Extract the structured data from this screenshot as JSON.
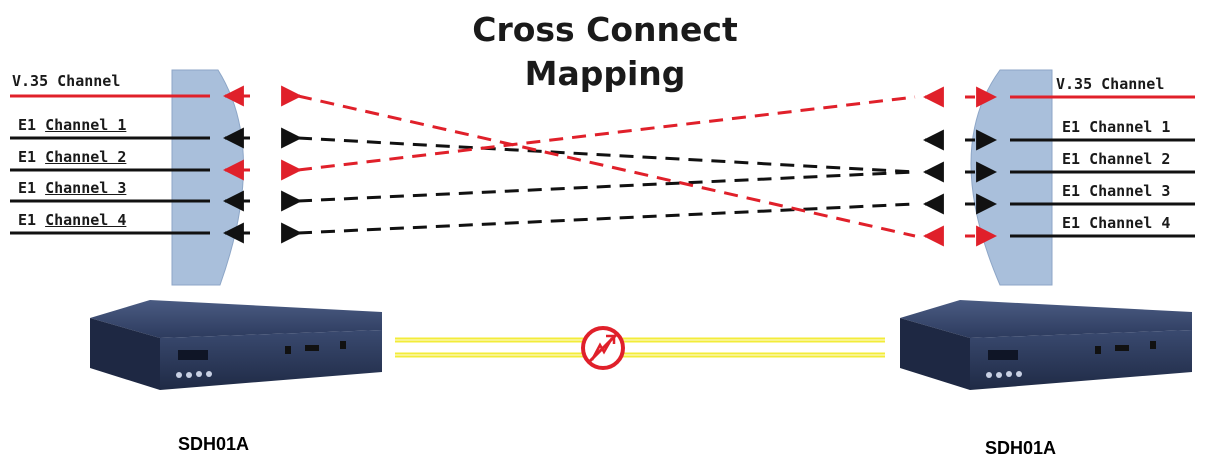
{
  "title": {
    "line1": "Cross Connect",
    "line2": "Mapping"
  },
  "left": {
    "channels": [
      {
        "prefix": "V.35 Channel",
        "suffix": "",
        "color": "#e0202a"
      },
      {
        "prefix": "E1 ",
        "suffix": "Channel 1",
        "color": "#111111"
      },
      {
        "prefix": "E1 ",
        "suffix": "Channel 2",
        "color": "#111111"
      },
      {
        "prefix": "E1 ",
        "suffix": "Channel 3",
        "color": "#111111"
      },
      {
        "prefix": "E1 ",
        "suffix": "Channel 4",
        "color": "#111111"
      }
    ],
    "device_label": "SDH01A"
  },
  "right": {
    "channels": [
      {
        "text": "V.35 Channel"
      },
      {
        "text": "E1 Channel 1"
      },
      {
        "text": "E1 Channel 2"
      },
      {
        "text": "E1 Channel 3"
      },
      {
        "text": "E1 Channel 4"
      }
    ],
    "device_label": "SDH01A"
  },
  "colors": {
    "mapping_red": "#e0202a",
    "mapping_black": "#111111",
    "panel_fill": "#a9bfdb",
    "link_yellow": "#f3ec3a",
    "device_body": "#2f3f63"
  },
  "icons": {
    "wireless_blocked": "no-wireless-icon"
  }
}
